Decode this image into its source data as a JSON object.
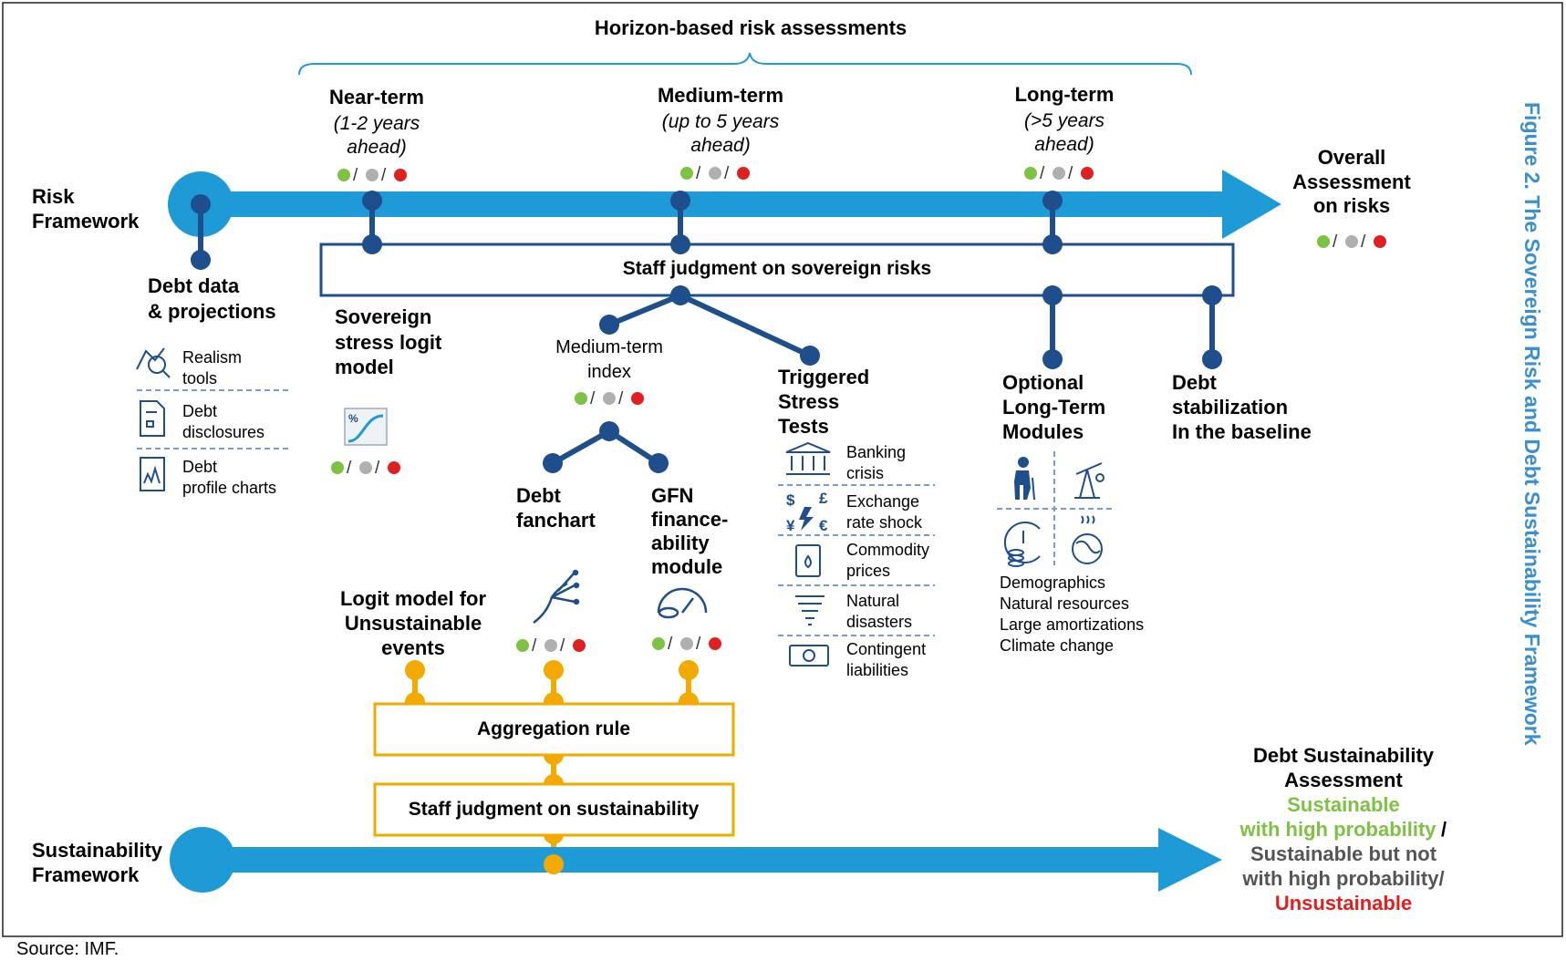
{
  "header": "Horizon-based risk assessments",
  "risk_framework": [
    "Risk",
    "Framework"
  ],
  "sustainability_framework": [
    "Sustainability",
    "Framework"
  ],
  "horizons": {
    "near": {
      "title": "Near-term",
      "sub": [
        "(1-2 years",
        "ahead)"
      ]
    },
    "medium": {
      "title": "Medium-term",
      "sub": [
        "(up to 5 years",
        "ahead)"
      ]
    },
    "long": {
      "title": "Long-term",
      "sub": [
        "(>5 years",
        "ahead)"
      ]
    }
  },
  "overall": [
    "Overall",
    "Assessment",
    "on risks"
  ],
  "staff_judgment_risks": "Staff judgment on sovereign risks",
  "debt_data": {
    "title": [
      "Debt data",
      "& projections"
    ],
    "items": [
      {
        "icon": "realism-icon",
        "label": [
          "Realism",
          "tools"
        ]
      },
      {
        "icon": "document-icon",
        "label": [
          "Debt",
          "disclosures"
        ]
      },
      {
        "icon": "chart-icon",
        "label": [
          "Debt",
          "profile charts"
        ]
      }
    ]
  },
  "stress_logit": [
    "Sovereign",
    "stress logit",
    "model"
  ],
  "mt_index": [
    "Medium-term",
    "index"
  ],
  "debt_fanchart": [
    "Debt",
    "fanchart"
  ],
  "gfn_module": [
    "GFN",
    "finance-",
    "ability",
    "module"
  ],
  "triggered": {
    "title": [
      "Triggered",
      "Stress",
      "Tests"
    ],
    "items": [
      {
        "icon": "bank-icon",
        "label": [
          "Banking",
          "crisis"
        ]
      },
      {
        "icon": "currency-icon",
        "label": [
          "Exchange",
          "rate shock"
        ]
      },
      {
        "icon": "oil-can-icon",
        "label": [
          "Commodity",
          "prices"
        ]
      },
      {
        "icon": "tornado-icon",
        "label": [
          "Natural",
          "disasters"
        ]
      },
      {
        "icon": "banknote-icon",
        "label": [
          "Contingent",
          "liabilities"
        ]
      }
    ]
  },
  "optional": {
    "title": [
      "Optional",
      "Long-Term",
      "Modules"
    ],
    "items": [
      "Demographics",
      "Natural resources",
      "Large amortizations",
      "Climate change"
    ]
  },
  "debt_stab": [
    "Debt",
    "stabilization",
    "In the baseline"
  ],
  "logit_unsust": [
    "Logit model for",
    "Unsustainable",
    "events"
  ],
  "aggregation": "Aggregation rule",
  "staff_judgment_sust": "Staff judgment on sustainability",
  "dsa": {
    "title": [
      "Debt Sustainability",
      "Assessment"
    ],
    "sustainable": [
      "Sustainable",
      "with high probability"
    ],
    "slash": "/",
    "not_high": [
      "Sustainable but not",
      "with high probability/"
    ],
    "unsustainable": "Unsustainable"
  },
  "figure_title": "Figure 2. The Sovereign Risk and Debt Sustainability Framework",
  "source": "Source: IMF.",
  "colors": {
    "blue": "#1e9ad6",
    "navy": "#1f4e8c",
    "orange": "#f2a900",
    "green": "#7dc242",
    "grey": "#b0b0b0",
    "red": "#e02020",
    "title_blue": "#3a8fd0"
  }
}
